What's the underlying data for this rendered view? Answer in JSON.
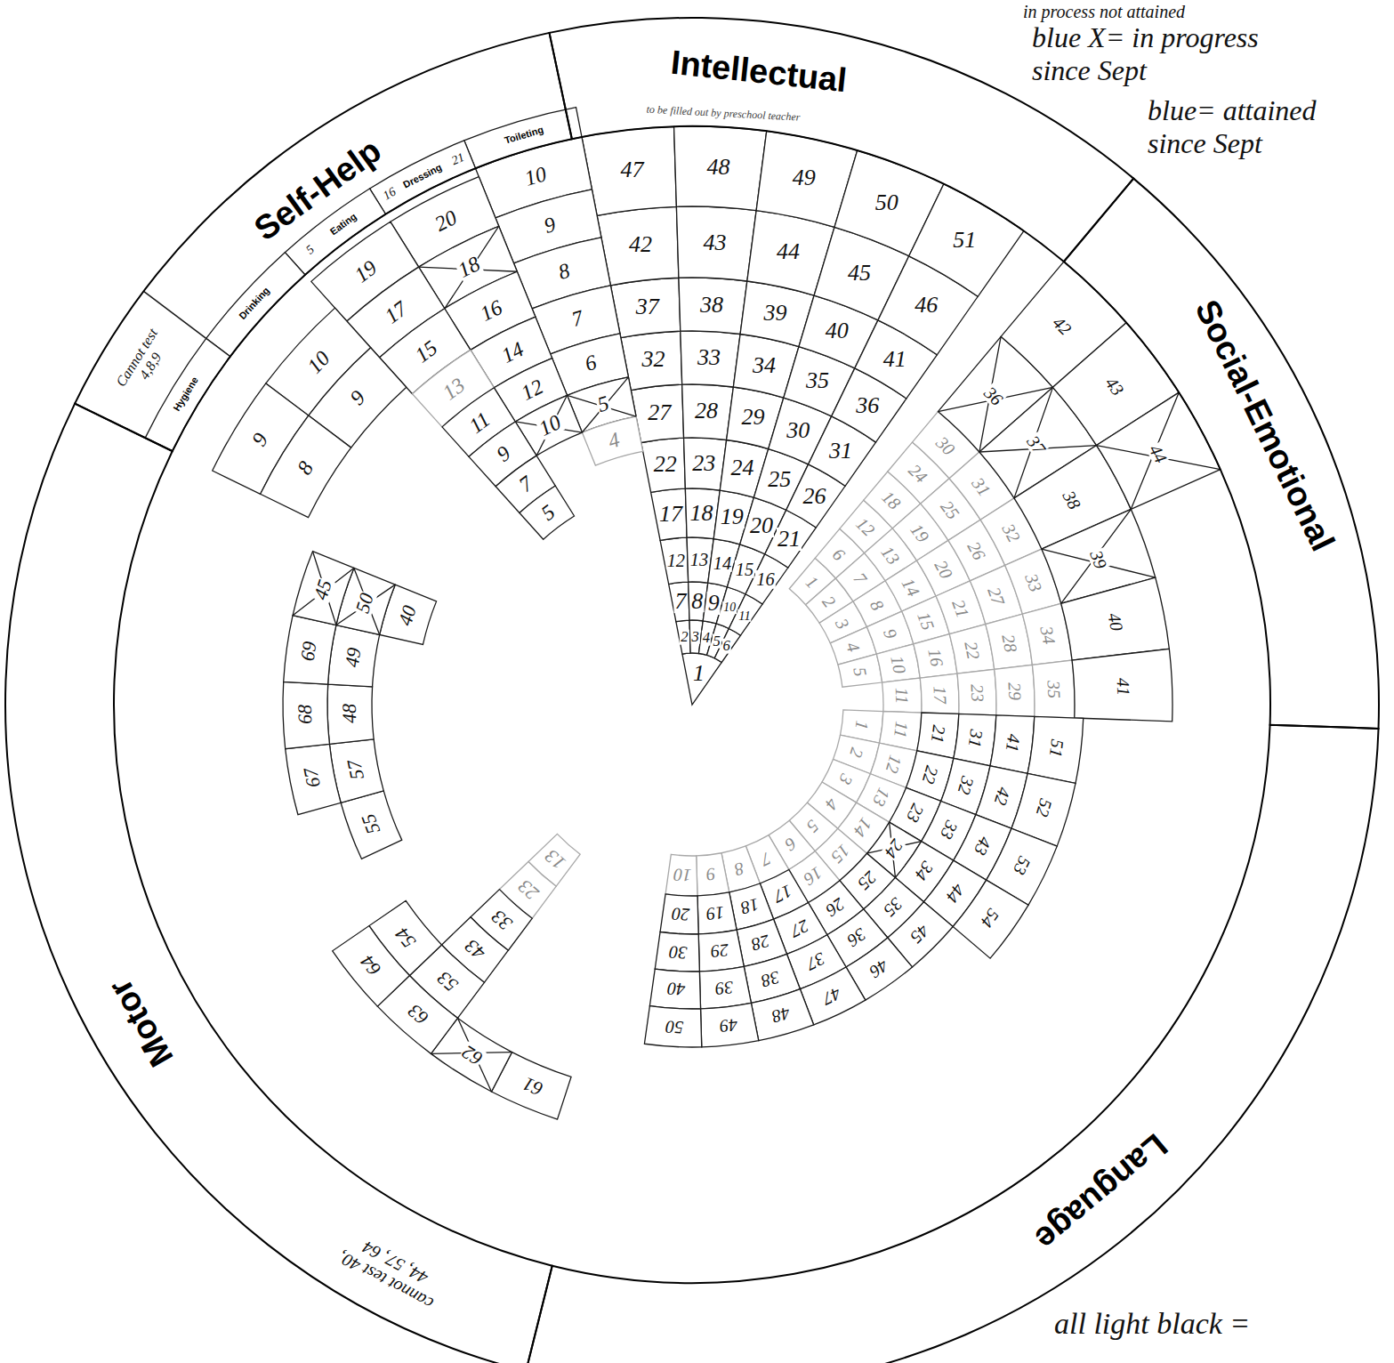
{
  "diagram": {
    "nodes": [
      {
        "text": [
          "Self-Help"
        ]
      },
      {
        "text": [
          "Intellectual"
        ]
      },
      {
        "text": [
          "Social-Emotional"
        ]
      },
      {
        "text": [
          "Language"
        ]
      },
      {
        "text": [
          "Motor"
        ]
      }
    ],
    "labels": [
      "in process not attained",
      "blue X= in progress since Sept",
      "blue= attained since Sept",
      "all light black =",
      "to be filled out by preschool teacher",
      "Toileting",
      "16",
      "Dressing",
      "21",
      "5",
      "Eating",
      "Drinking",
      "Hygiene",
      "Cannot test 4,8,9",
      "cannot test 40, 44, 57, 64",
      "1",
      "2",
      "3",
      "4",
      "5",
      "6",
      "7",
      "8",
      "9",
      "10",
      "11",
      "12",
      "13",
      "14",
      "15",
      "16",
      "17",
      "18",
      "19",
      "20",
      "21",
      "22",
      "23",
      "24",
      "25",
      "26",
      "27",
      "28",
      "29",
      "30",
      "31",
      "32",
      "33",
      "34",
      "35",
      "36",
      "37",
      "38",
      "39",
      "40",
      "41",
      "42",
      "43",
      "44",
      "45",
      "46",
      "47",
      "48",
      "49",
      "50",
      "51",
      "1",
      "2",
      "3",
      "4",
      "5",
      "6",
      "7",
      "8",
      "9",
      "10",
      "11",
      "12",
      "13",
      "14",
      "15",
      "16",
      "17",
      "18",
      "19",
      "20",
      "21",
      "22",
      "23",
      "24",
      "25",
      "26",
      "27",
      "28",
      "29",
      "30",
      "31",
      "32",
      "33",
      "34",
      "35",
      "36",
      "37",
      "38",
      "39",
      "40",
      "41",
      "42",
      "43",
      "44",
      "1",
      "2",
      "3",
      "4",
      "5",
      "6",
      "7",
      "8",
      "9",
      "10",
      "11",
      "12",
      "13",
      "14",
      "15",
      "16",
      "17",
      "18",
      "19",
      "20",
      "21",
      "22",
      "23",
      "24",
      "25",
      "26",
      "27",
      "28",
      "29",
      "30",
      "31",
      "32",
      "33",
      "34",
      "35",
      "36",
      "37",
      "38",
      "39",
      "40",
      "41",
      "42",
      "43",
      "44",
      "45",
      "46",
      "47",
      "48",
      "49",
      "50",
      "51",
      "52",
      "53",
      "54",
      "13",
      "23",
      "33",
      "43",
      "53",
      "54",
      "61",
      "62",
      "63",
      "64",
      "40",
      "55",
      "57",
      "48",
      "49",
      "50",
      "67",
      "68",
      "69",
      "45",
      "10",
      "9",
      "8",
      "7",
      "6",
      "5",
      "4",
      "20",
      "18",
      "16",
      "14",
      "12",
      "10",
      "19",
      "17",
      "15",
      "13",
      "11",
      "9",
      "7",
      "5",
      "10",
      "9",
      "9",
      "8"
    ]
  }
}
